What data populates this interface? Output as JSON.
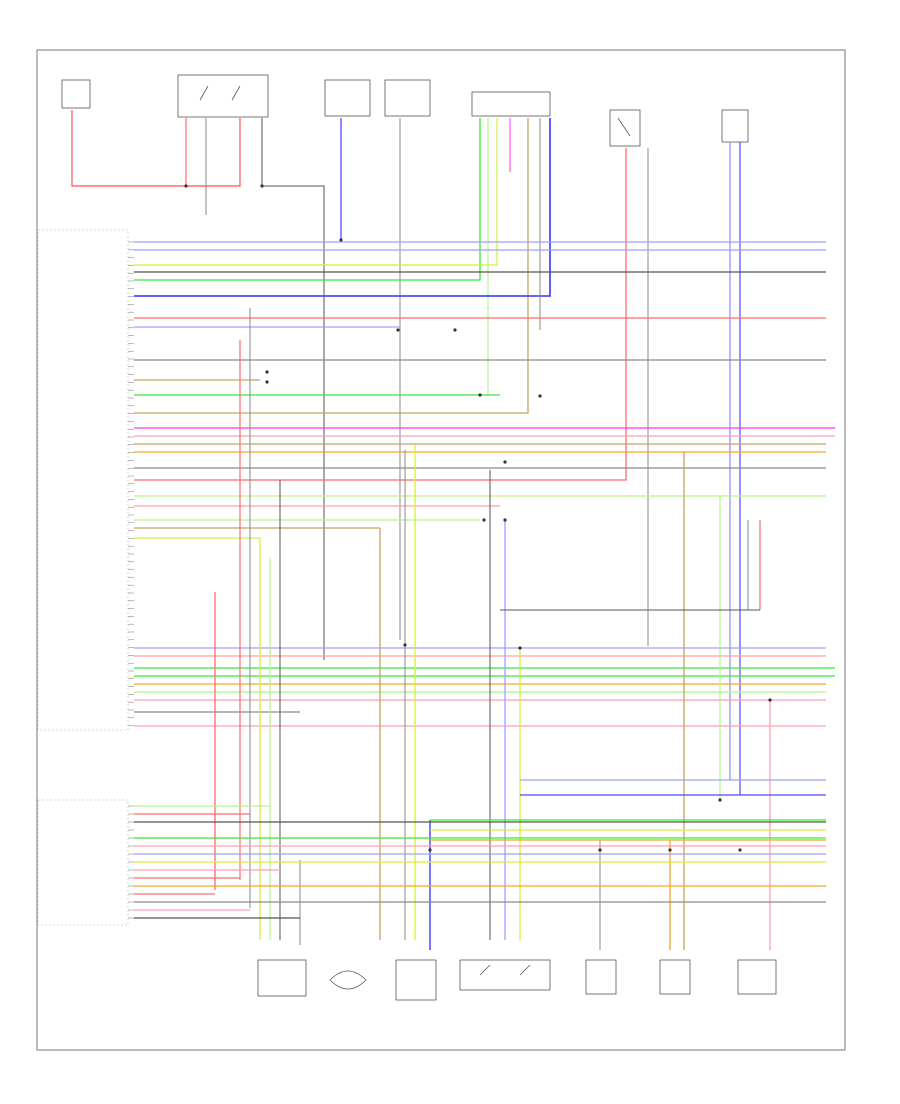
{
  "diagram": {
    "page_number": "",
    "ecm_block_label": "",
    "tcm_block_label": "",
    "top_components": [
      {
        "id": "hot-at-all-times",
        "label": ""
      },
      {
        "id": "fuse-relay-box",
        "label": ""
      },
      {
        "id": "hot-in-run",
        "label": ""
      },
      {
        "id": "hot-in-start",
        "label": ""
      },
      {
        "id": "fuel-injectors",
        "label": ""
      },
      {
        "id": "map-sensor",
        "label": ""
      },
      {
        "id": "throttle-position-sensor",
        "label": ""
      }
    ],
    "bottom_components": [
      {
        "id": "a-t-solenoid",
        "label": ""
      },
      {
        "id": "crank-sensor",
        "label": ""
      },
      {
        "id": "vehicle-speed-sensor",
        "label": ""
      },
      {
        "id": "o2-sensor",
        "label": ""
      },
      {
        "id": "knock-sensor",
        "label": ""
      },
      {
        "id": "iat-sensor",
        "label": ""
      },
      {
        "id": "ect-sensor",
        "label": ""
      }
    ],
    "wire_colors": {
      "red": "#ff6b6b",
      "blue": "#4c4cff",
      "green": "#39e639",
      "lightgreen": "#b8f28a",
      "yellowgreen": "#d8ee3a",
      "magenta": "#ff33ff",
      "orange": "#f5a623",
      "tan": "#c8a060",
      "gray": "#8a8a8a",
      "pink": "#ff9fb0",
      "lightblue": "#9aa0ff",
      "darkgray": "#555555"
    }
  }
}
